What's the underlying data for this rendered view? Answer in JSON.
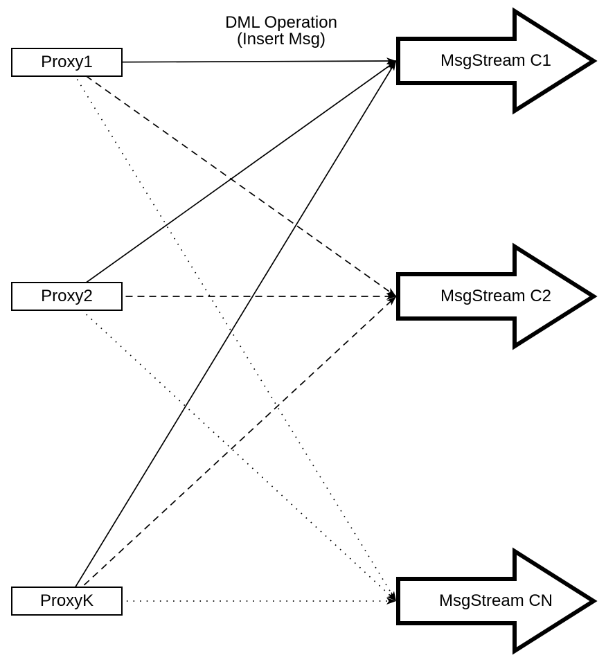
{
  "diagram": {
    "connector_label": {
      "line1": "DML Operation",
      "line2": "(Insert Msg)"
    },
    "proxies": [
      {
        "id": "proxy1",
        "label": "Proxy1"
      },
      {
        "id": "proxy2",
        "label": "Proxy2"
      },
      {
        "id": "proxyk",
        "label": "ProxyK"
      }
    ],
    "streams": [
      {
        "id": "c1",
        "label": "MsgStream C1",
        "incoming_line_style": "solid"
      },
      {
        "id": "c2",
        "label": "MsgStream C2",
        "incoming_line_style": "dashed"
      },
      {
        "id": "cn",
        "label": "MsgStream CN",
        "incoming_line_style": "dotted"
      }
    ],
    "connections": [
      {
        "from": "proxy1",
        "to": "c1",
        "style": "solid"
      },
      {
        "from": "proxy1",
        "to": "c2",
        "style": "dashed"
      },
      {
        "from": "proxy1",
        "to": "cn",
        "style": "dotted"
      },
      {
        "from": "proxy2",
        "to": "c1",
        "style": "solid"
      },
      {
        "from": "proxy2",
        "to": "c2",
        "style": "dashed"
      },
      {
        "from": "proxy2",
        "to": "cn",
        "style": "dotted"
      },
      {
        "from": "proxyk",
        "to": "c1",
        "style": "solid"
      },
      {
        "from": "proxyk",
        "to": "c2",
        "style": "dashed"
      },
      {
        "from": "proxyk",
        "to": "cn",
        "style": "dotted"
      }
    ],
    "colors": {
      "stroke": "#000000",
      "shape_fill": "#ffffff",
      "background": "#ffffff"
    }
  }
}
